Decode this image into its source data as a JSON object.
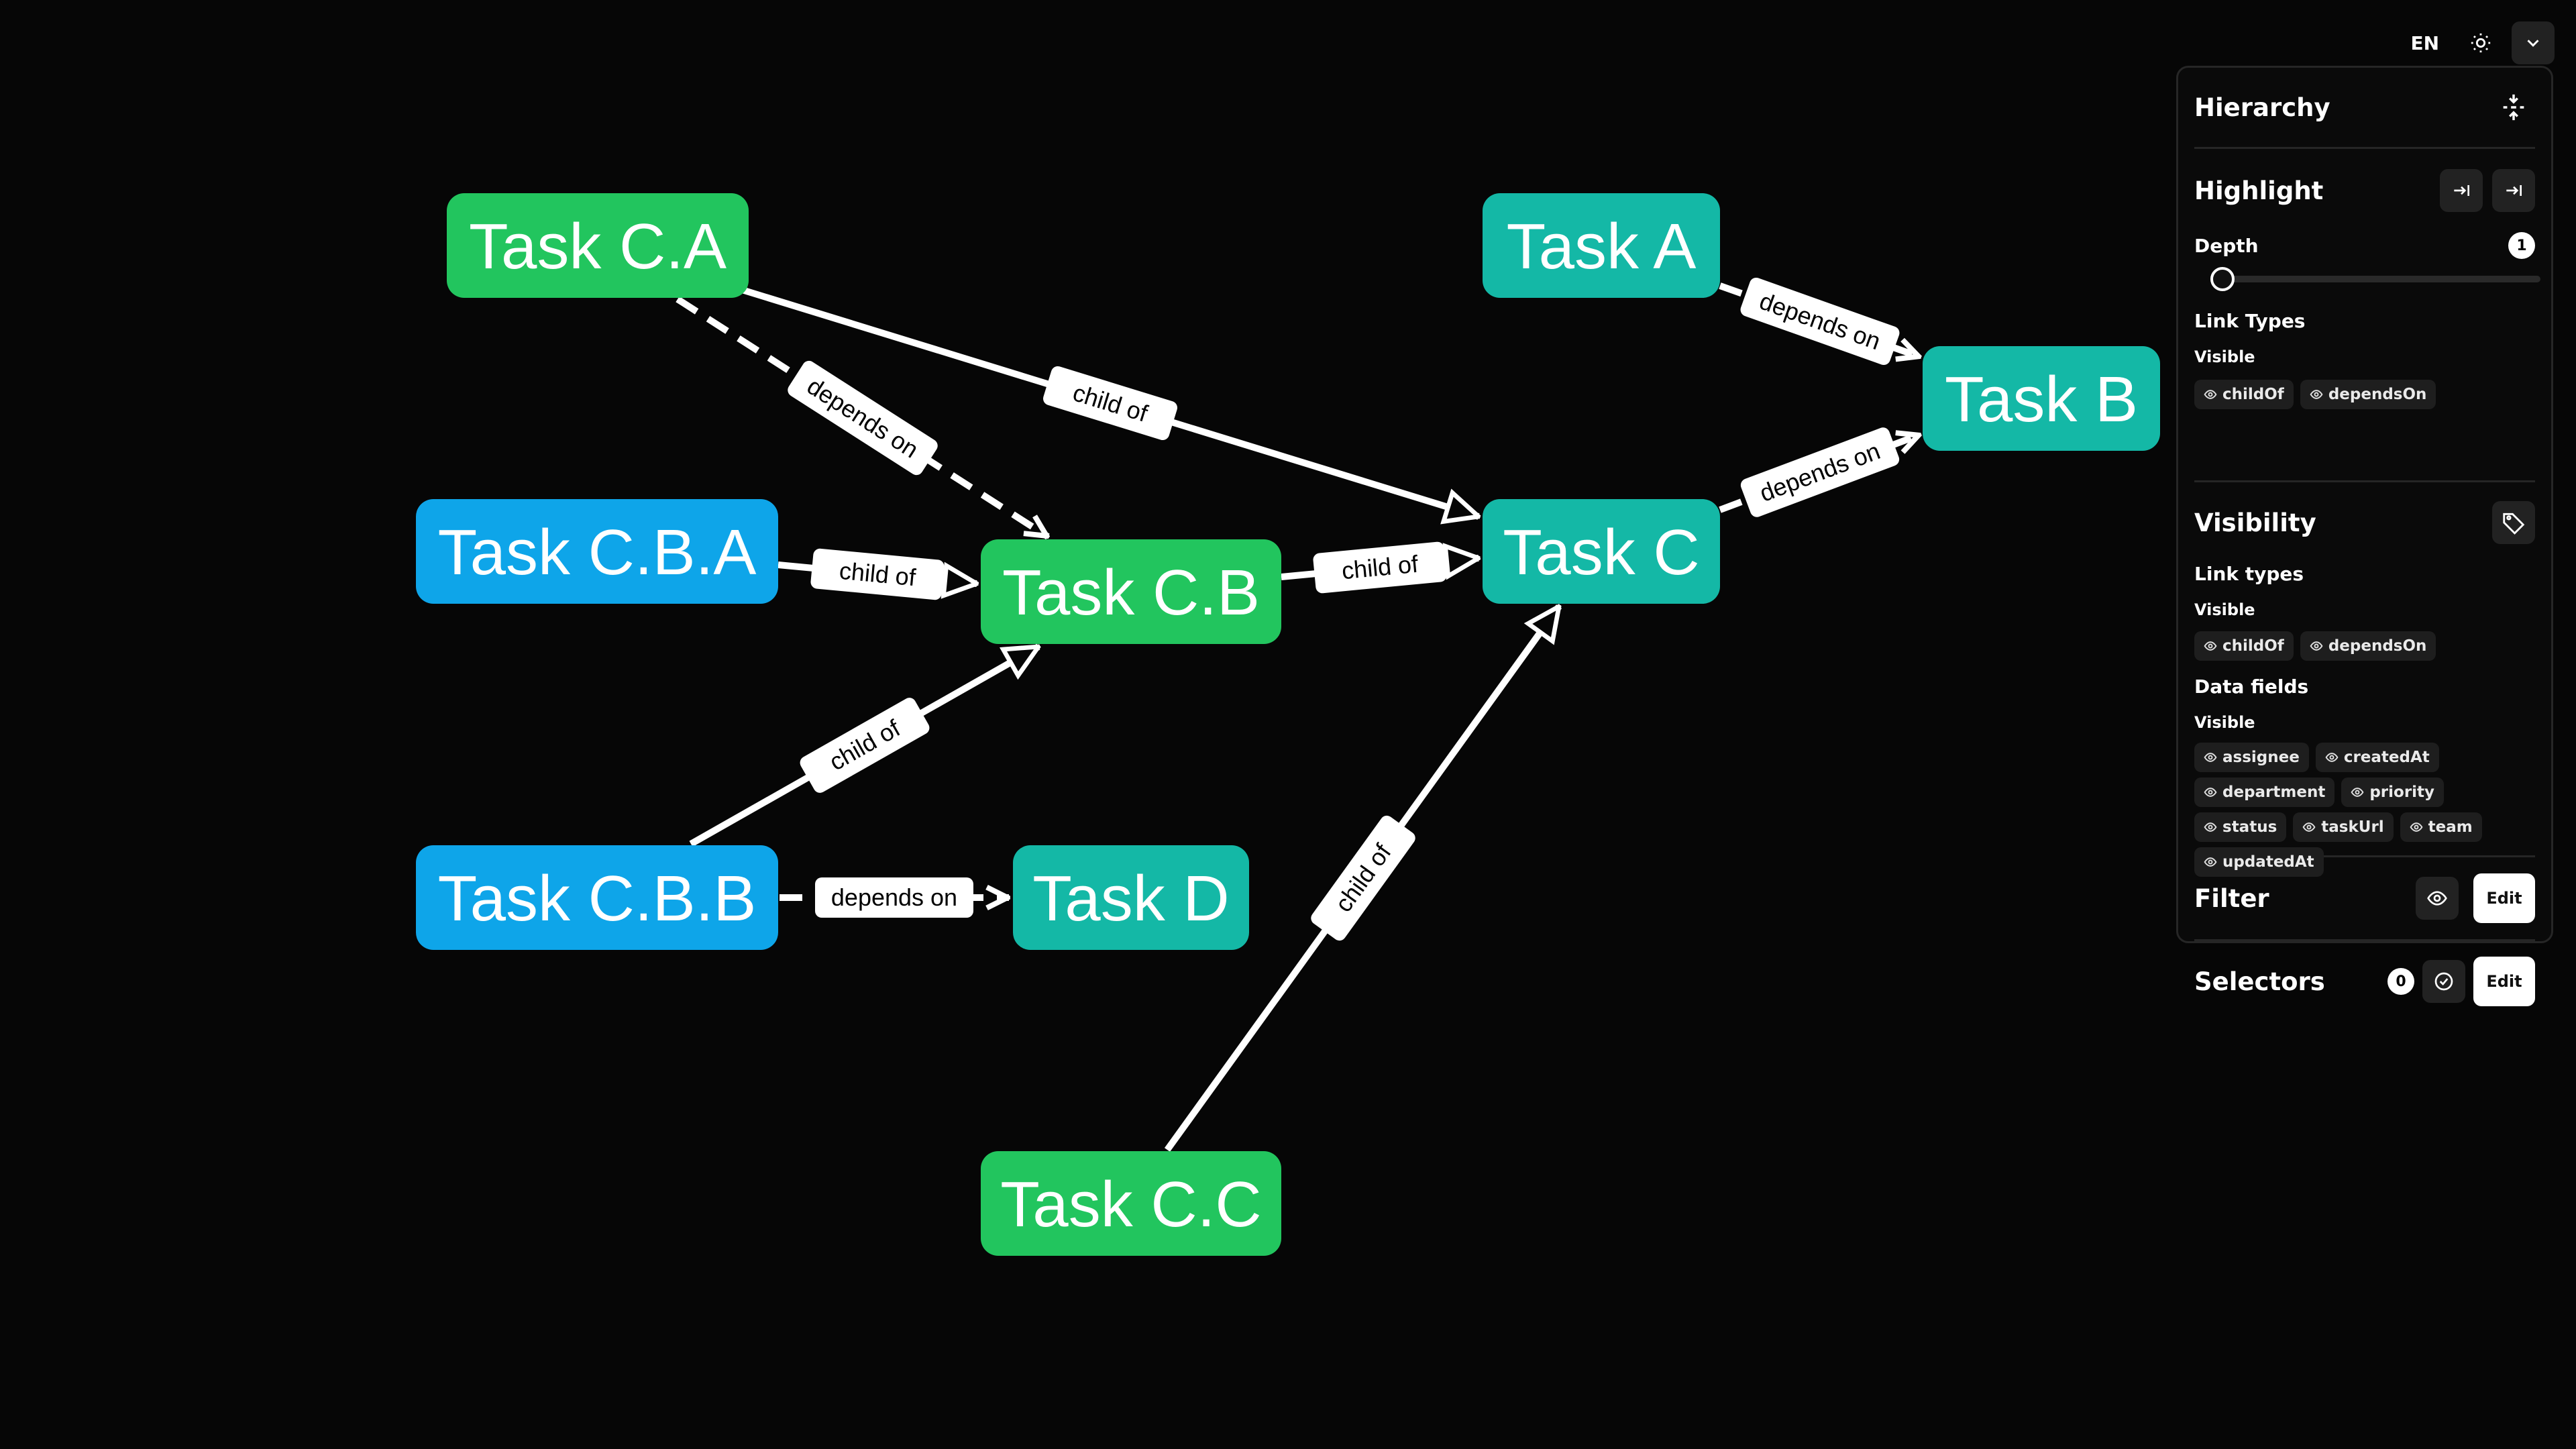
{
  "graph": {
    "nodes": [
      {
        "id": "ca",
        "label": "Task C.A",
        "color": "#22c55e"
      },
      {
        "id": "cba",
        "label": "Task C.B.A",
        "color": "#0ea5e9"
      },
      {
        "id": "cbb",
        "label": "Task C.B.B",
        "color": "#0ea5e9"
      },
      {
        "id": "cb",
        "label": "Task C.B",
        "color": "#22c55e"
      },
      {
        "id": "d",
        "label": "Task D",
        "color": "#14b8a6"
      },
      {
        "id": "a",
        "label": "Task A",
        "color": "#14b8a6"
      },
      {
        "id": "c",
        "label": "Task C",
        "color": "#14b8a6"
      },
      {
        "id": "b",
        "label": "Task B",
        "color": "#14b8a6"
      },
      {
        "id": "cc",
        "label": "Task C.C",
        "color": "#22c55e"
      }
    ],
    "edges": [
      {
        "from": "ca",
        "to": "c",
        "label": "child of",
        "type": "childOf"
      },
      {
        "from": "ca",
        "to": "cb",
        "label": "depends on",
        "type": "dependsOn"
      },
      {
        "from": "cba",
        "to": "cb",
        "label": "child of",
        "type": "childOf"
      },
      {
        "from": "cb",
        "to": "c",
        "label": "child of",
        "type": "childOf"
      },
      {
        "from": "cbb",
        "to": "cb",
        "label": "child of",
        "type": "childOf"
      },
      {
        "from": "cbb",
        "to": "d",
        "label": "depends on",
        "type": "dependsOn"
      },
      {
        "from": "cc",
        "to": "c",
        "label": "child of",
        "type": "childOf"
      },
      {
        "from": "a",
        "to": "b",
        "label": "depends on",
        "type": "dependsOn"
      },
      {
        "from": "c",
        "to": "b",
        "label": "depends on",
        "type": "dependsOn"
      }
    ]
  },
  "topbar": {
    "language": "EN"
  },
  "panel": {
    "hierarchy": {
      "title": "Hierarchy"
    },
    "highlight": {
      "title": "Highlight",
      "depth_label": "Depth",
      "depth_value": "1",
      "depth_fraction": 0,
      "link_types_label": "Link Types",
      "visible_label": "Visible",
      "chips": [
        "childOf",
        "dependsOn"
      ]
    },
    "visibility": {
      "title": "Visibility",
      "link_types_label": "Link types",
      "visible_label": "Visible",
      "link_chips": [
        "childOf",
        "dependsOn"
      ],
      "data_fields_label": "Data fields",
      "data_visible_label": "Visible",
      "field_chips": [
        "assignee",
        "createdAt",
        "department",
        "priority",
        "status",
        "taskUrl",
        "team",
        "updatedAt"
      ]
    },
    "filter": {
      "title": "Filter",
      "edit_label": "Edit"
    },
    "selectors": {
      "title": "Selectors",
      "count": "0",
      "edit_label": "Edit"
    }
  }
}
